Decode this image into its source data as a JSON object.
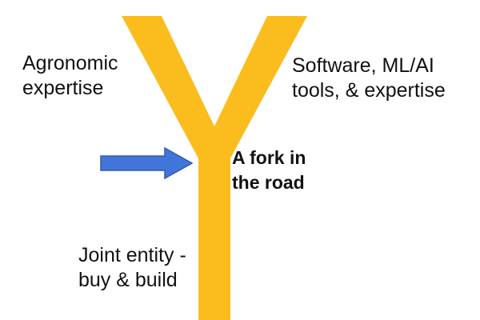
{
  "colors": {
    "fork": "#FBBC1E",
    "arrow_fill": "#4175D9",
    "arrow_stroke": "#2F5BB0",
    "text": "#111111",
    "background": "#ffffff"
  },
  "labels": {
    "left_branch": "Agronomic\nexpertise",
    "right_branch": "Software, ML/AI\ntools, & expertise",
    "fork_point": "A fork in\nthe road",
    "stem": "Joint entity -\nbuy & build"
  },
  "icons": {
    "fork_shape": "y-fork-shape",
    "pointer": "right-arrow-icon"
  }
}
